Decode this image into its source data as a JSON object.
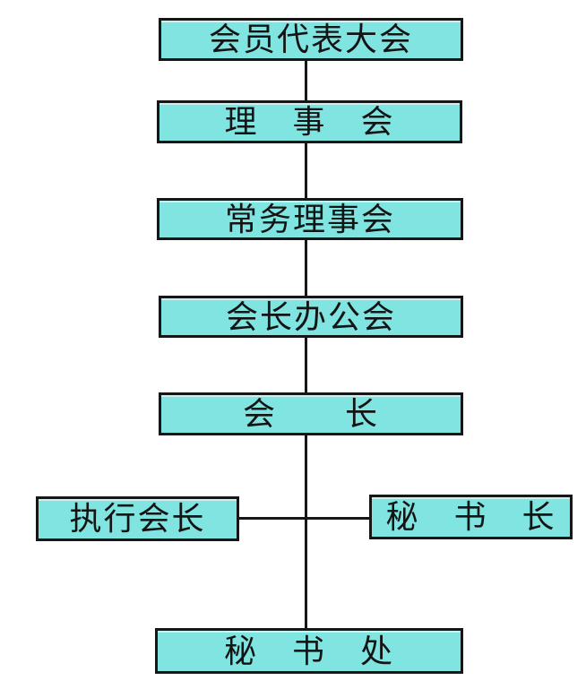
{
  "diagram": {
    "type": "org-chart",
    "background_color": "#ffffff",
    "node_fill_color": "#80e4e1",
    "node_border_color": "#161616",
    "connector_color": "#161616",
    "text_color": "#141414",
    "nodes": [
      {
        "id": "member-congress",
        "label": "会员代表大会"
      },
      {
        "id": "council",
        "label": "理　事　会"
      },
      {
        "id": "standing-council",
        "label": "常务理事会"
      },
      {
        "id": "president-office",
        "label": "会长办公会"
      },
      {
        "id": "president",
        "label": "会　　长"
      },
      {
        "id": "executive-president",
        "label": "执行会长"
      },
      {
        "id": "secretary-general",
        "label": "秘　书　长"
      },
      {
        "id": "secretariat",
        "label": "秘　书　处"
      }
    ],
    "edges": [
      {
        "from": "member-congress",
        "to": "council"
      },
      {
        "from": "council",
        "to": "standing-council"
      },
      {
        "from": "standing-council",
        "to": "president-office"
      },
      {
        "from": "president-office",
        "to": "president"
      },
      {
        "from": "president",
        "to": "executive-president"
      },
      {
        "from": "president",
        "to": "secretary-general"
      },
      {
        "from": "president",
        "to": "secretariat"
      }
    ]
  }
}
